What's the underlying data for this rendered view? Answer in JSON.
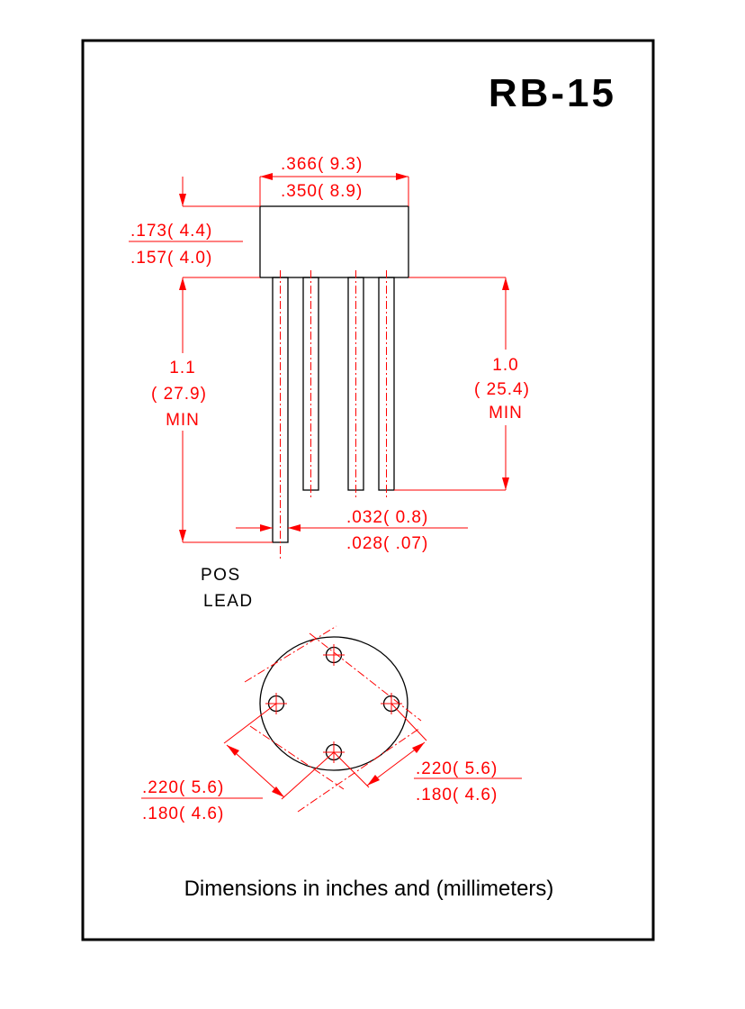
{
  "title": "RB-15",
  "colors": {
    "dimension": "#ff0000",
    "outline": "#000000"
  },
  "dimensions": {
    "body_width_max": ".366(  9.3)",
    "body_width_min": ".350(  8.9)",
    "body_height_max": ".173(  4.4)",
    "body_height_min": ".157(  4.0)",
    "lead_length_long": {
      "inches": "1.1",
      "mm": "(  27.9)",
      "note": "MIN"
    },
    "lead_length_short": {
      "inches": "1.0",
      "mm": "(  25.4)",
      "note": "MIN"
    },
    "lead_width_max": ".032(  0.8)",
    "lead_width_min": ".028(  .07)",
    "spacing_left_max": ".220(  5.6)",
    "spacing_left_min": ".180(  4.6)",
    "spacing_right_max": ".220(  5.6)",
    "spacing_right_min": ".180(  4.6)"
  },
  "labels": {
    "pos_lead_line1": "POS",
    "pos_lead_line2": "LEAD"
  },
  "caption": "Dimensions in inches and (millimeters)"
}
